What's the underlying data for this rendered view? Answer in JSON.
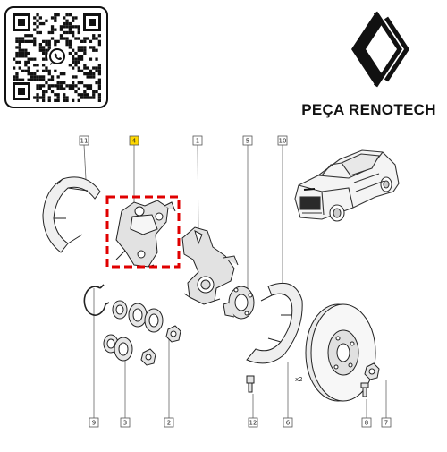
{
  "brand": {
    "name": "PEÇA RENOTECH",
    "icon": "renault-logo-icon",
    "qr_icon": "whatsapp-qr-code-icon",
    "whatsapp_icon": "whatsapp-icon"
  },
  "colors": {
    "highlight": "#ffd800",
    "selection": "#e00000",
    "line": "#222222",
    "part_shade": "#dcdcdc"
  },
  "callouts": {
    "top": [
      "11",
      "4",
      "1",
      "5",
      "10"
    ],
    "bottom": [
      "9",
      "3",
      "2",
      "12",
      "6",
      "8",
      "7"
    ],
    "highlighted": "4"
  },
  "labels": {
    "quantity": "x2"
  }
}
